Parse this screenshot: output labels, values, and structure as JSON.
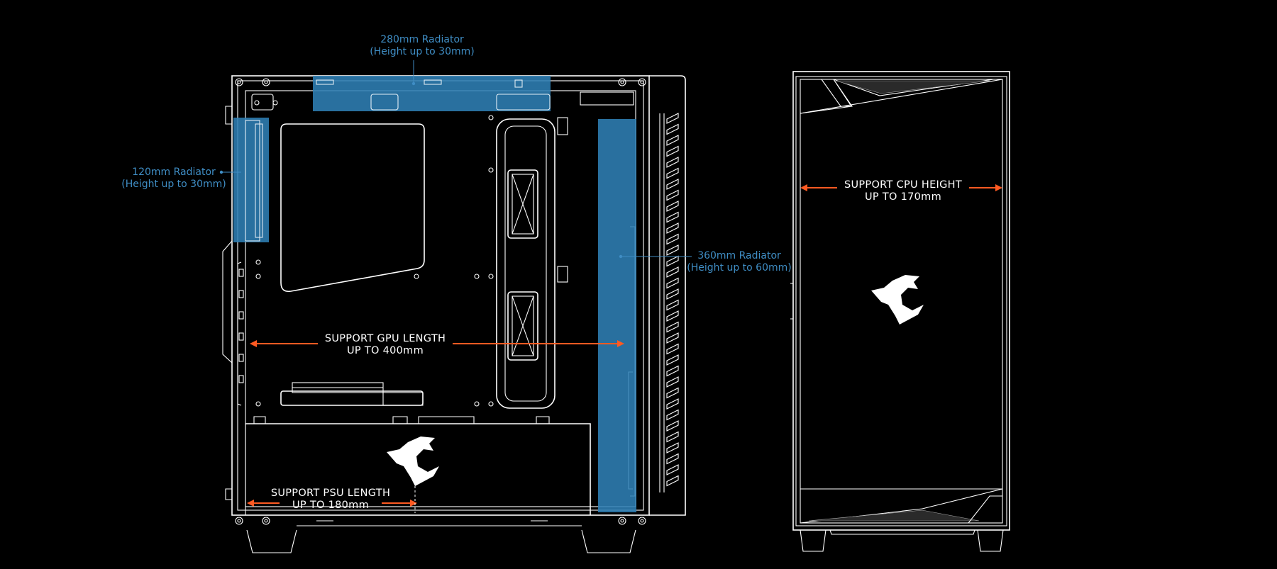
{
  "labels": {
    "rad280": {
      "line1": "280mm Radiator",
      "line2": "(Height up to 30mm)"
    },
    "rad120": {
      "line1": "120mm Radiator",
      "line2": "(Height up to 30mm)"
    },
    "rad360": {
      "line1": "360mm Radiator",
      "line2": "(Height up to 60mm)"
    },
    "gpu": {
      "line1": "SUPPORT GPU LENGTH",
      "line2": "UP TO 400mm"
    },
    "psu": {
      "line1": "SUPPORT PSU LENGTH",
      "line2": "UP TO 180mm"
    },
    "cpu": {
      "line1": "SUPPORT CPU HEIGHT",
      "line2": "UP TO 170mm"
    }
  },
  "colors": {
    "background": "#000000",
    "radiator_zone": "#2f80b5",
    "radiator_label": "#3f8dc4",
    "arrow": "#ff5a22",
    "outline": "#ffffff"
  },
  "icons": [
    "aorus-eagle-logo"
  ]
}
